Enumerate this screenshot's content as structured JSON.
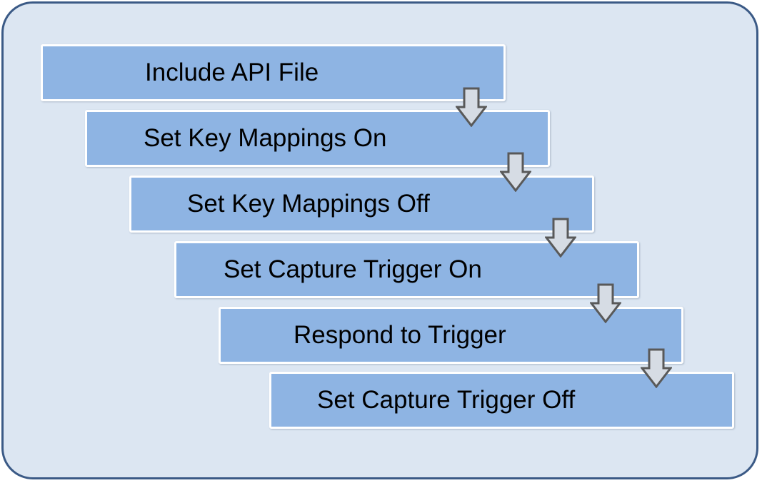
{
  "steps": [
    {
      "label": "Include API File"
    },
    {
      "label": "Set Key Mappings On"
    },
    {
      "label": "Set Key Mappings Off"
    },
    {
      "label": "Set Capture Trigger On"
    },
    {
      "label": "Respond to Trigger"
    },
    {
      "label": "Set Capture Trigger Off"
    }
  ],
  "arrows": [
    "down-arrow-icon",
    "down-arrow-icon",
    "down-arrow-icon",
    "down-arrow-icon",
    "down-arrow-icon"
  ],
  "colors": {
    "frame_fill": "#dce6f2",
    "frame_border": "#3b5a86",
    "step_fill": "#8eb4e3",
    "step_border": "#ffffff",
    "arrow_fill": "#d6dce4",
    "arrow_stroke": "#595959"
  }
}
